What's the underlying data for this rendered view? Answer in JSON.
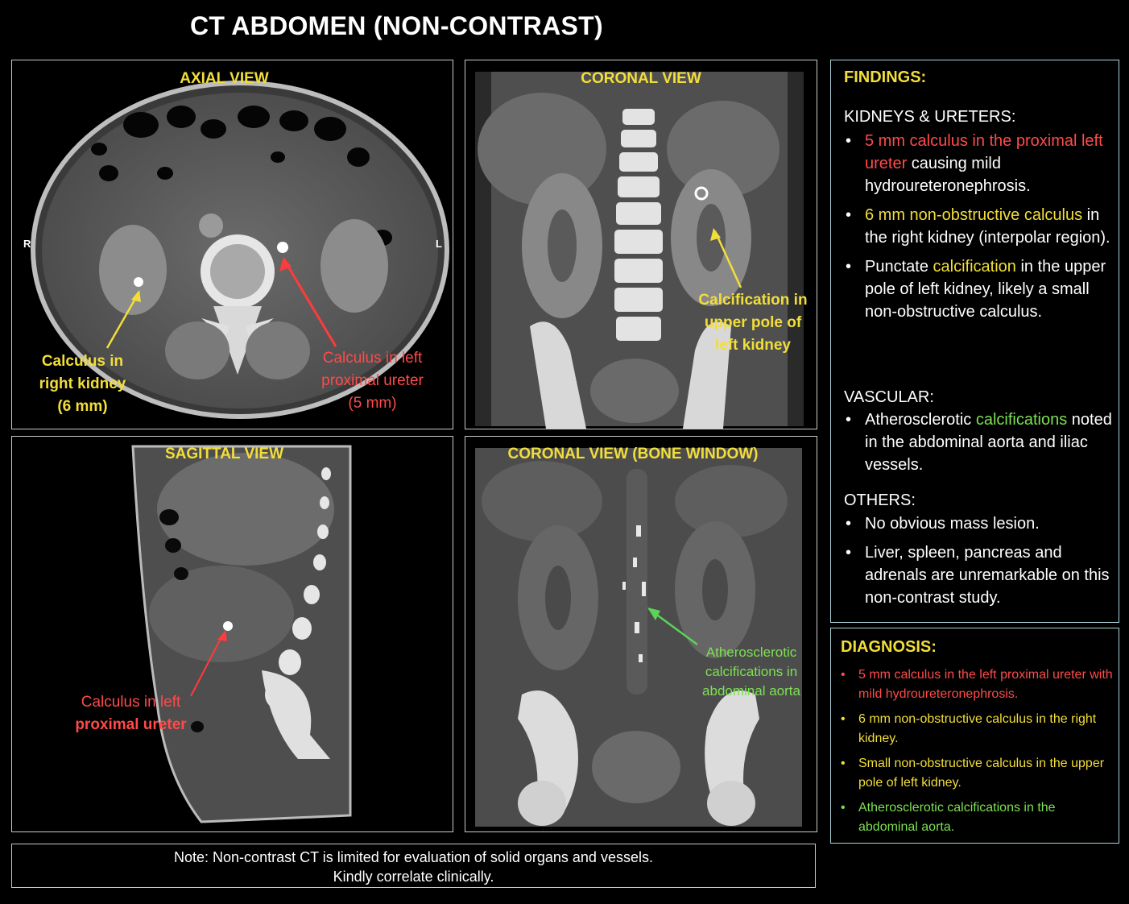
{
  "title": "CT ABDOMEN (NON-CONTRAST)",
  "colors": {
    "yellow": "#f2de3a",
    "red": "#ff4a4a",
    "green": "#7de052",
    "border": "#c9c9c9",
    "box_border": "#a9d3d8"
  },
  "panels": {
    "axial": {
      "title": "AXIAL VIEW",
      "side_right": "R",
      "side_left": "L",
      "ann_right_kidney": [
        "Calculus in",
        "right kidney",
        "(6 mm)"
      ],
      "ann_left_ureter": [
        "Calculus in left",
        "proximal ureter",
        "(5 mm)"
      ]
    },
    "coronal": {
      "title": "CORONAL VIEW",
      "ann_upper_pole": [
        "Calcification in",
        "upper pole of",
        "left kidney"
      ]
    },
    "sagittal": {
      "title": "SAGITTAL VIEW",
      "ann_ureter": [
        "Calculus in left",
        "proximal ureter"
      ]
    },
    "coronal_bone": {
      "title": "CORONAL VIEW (BONE WINDOW)",
      "ann_aorta": [
        "Atherosclerotic",
        "calcifications in",
        "abdominal aorta"
      ]
    }
  },
  "findings": {
    "header": "FINDINGS:",
    "kidneys_header": "KIDNEYS & URETERS:",
    "k1_hl": "5 mm calculus in the proximal left ureter",
    "k1_rest": " causing mild hydroureteronephrosis.",
    "k2_hl": "6 mm non-obstructive calculus",
    "k2_rest": " in the right kidney (interpolar region).",
    "k3_pre": "Punctate ",
    "k3_hl": "calcification",
    "k3_rest": " in the upper pole of left kidney, likely a small non-obstructive calculus.",
    "vascular_header": "VASCULAR:",
    "v1_pre": "Atherosclerotic ",
    "v1_hl": "calcifications",
    "v1_rest": " noted in the abdominal aorta and iliac vessels.",
    "others_header": "OTHERS:",
    "o1": "No obvious mass lesion.",
    "o2": "Liver, spleen, pancreas and adrenals are unremarkable on this non-contrast study."
  },
  "diagnosis": {
    "header": "DIAGNOSIS:",
    "d1": "5 mm calculus in the left proximal ureter with mild hydroureteronephrosis.",
    "d2": "6 mm non-obstructive calculus in the right kidney.",
    "d3": "Small non-obstructive calculus in the upper pole of left kidney.",
    "d4": "Atherosclerotic calcifications in the abdominal aorta."
  },
  "note": {
    "line1": "Note: Non-contrast CT is limited for evaluation of solid organs and vessels.",
    "line2": "Kindly correlate clinically."
  }
}
